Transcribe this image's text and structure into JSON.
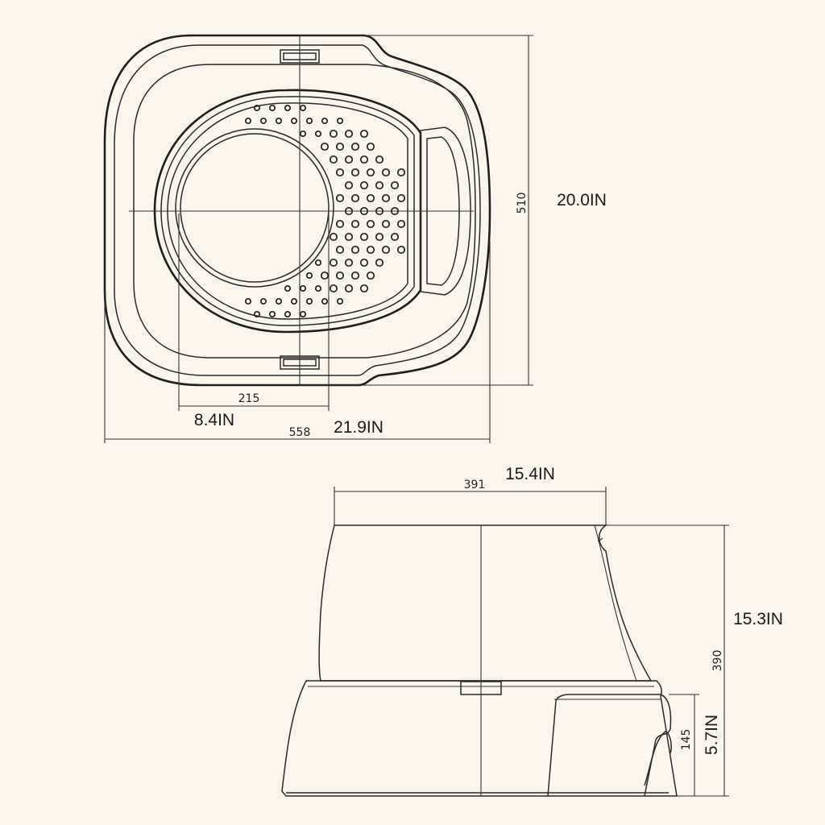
{
  "top_view": {
    "dim_inner_mm": "215",
    "dim_inner_in": "8.4IN",
    "dim_width_mm": "558",
    "dim_width_in": "21.9IN",
    "dim_depth_mm": "510",
    "dim_depth_in": "20.0IN"
  },
  "side_view": {
    "dim_top_mm": "391",
    "dim_top_in": "15.4IN",
    "dim_height_mm": "390",
    "dim_height_in": "15.3IN",
    "dim_step_mm": "145",
    "dim_step_in": "5.7IN"
  }
}
